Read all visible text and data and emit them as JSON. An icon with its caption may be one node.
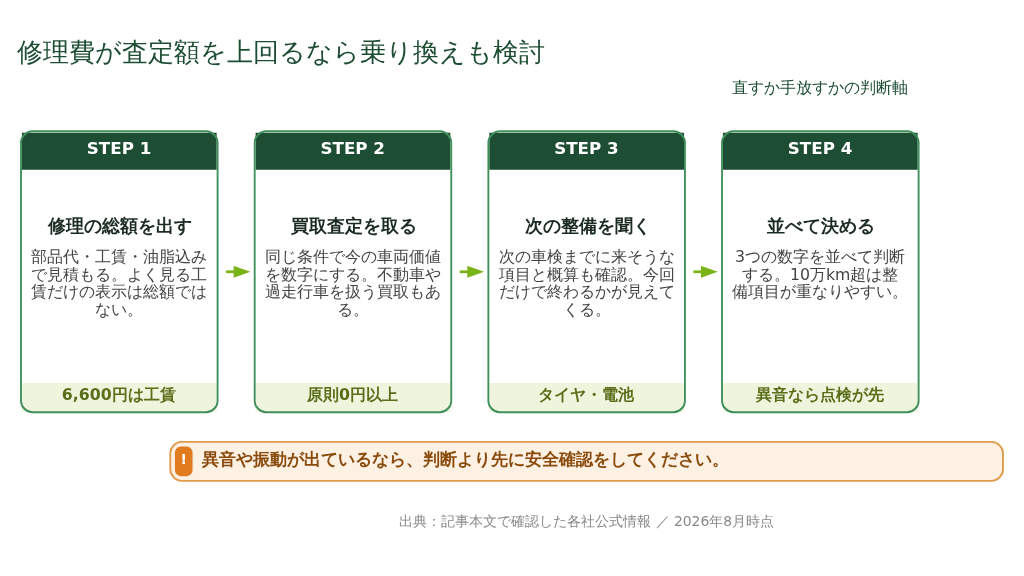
{
  "diagram": {
    "title": "修理費が査定額を上回るなら乗り換えも検討",
    "nodes": [
      {
        "text": [
          "STEP 1",
          "修理の総額を出す",
          "部品代・工賃・油脂込みで見積もる。よく見る工賃だけの表示は総額ではない。",
          "6,600円は工賃"
        ]
      },
      {
        "text": [
          "STEP 2",
          "買取査定を取る",
          "同じ条件で今の車両価値を数字にする。不動車や過走行車を扱う買取もある。",
          "原則0円以上"
        ]
      },
      {
        "text": [
          "STEP 3",
          "次の整備を聞く",
          "次の車検までに来そうな項目と概算も確認。今回だけで終わるかが見えてくる。",
          "タイヤ・電池"
        ]
      },
      {
        "text": [
          "STEP 4",
          "並べて決める",
          "3つの数字を並べて判断する。10万km超は整備項目が重なりやすい。",
          "異音なら点検が先"
        ]
      },
      {
        "text": [
          "!",
          "異音や振動が出ているなら、判断より先に安全確認をしてください。"
        ]
      }
    ],
    "edges": [
      {
        "from": 0,
        "to": 1,
        "arrow": "to"
      },
      {
        "from": 1,
        "to": 2,
        "arrow": "to"
      },
      {
        "from": 2,
        "to": 3,
        "arrow": "to"
      }
    ],
    "labels": [
      "直すか手放すかの判断軸",
      "出典：記事本文で確認した各社公式情報 ／ 2026年8月時点"
    ]
  }
}
